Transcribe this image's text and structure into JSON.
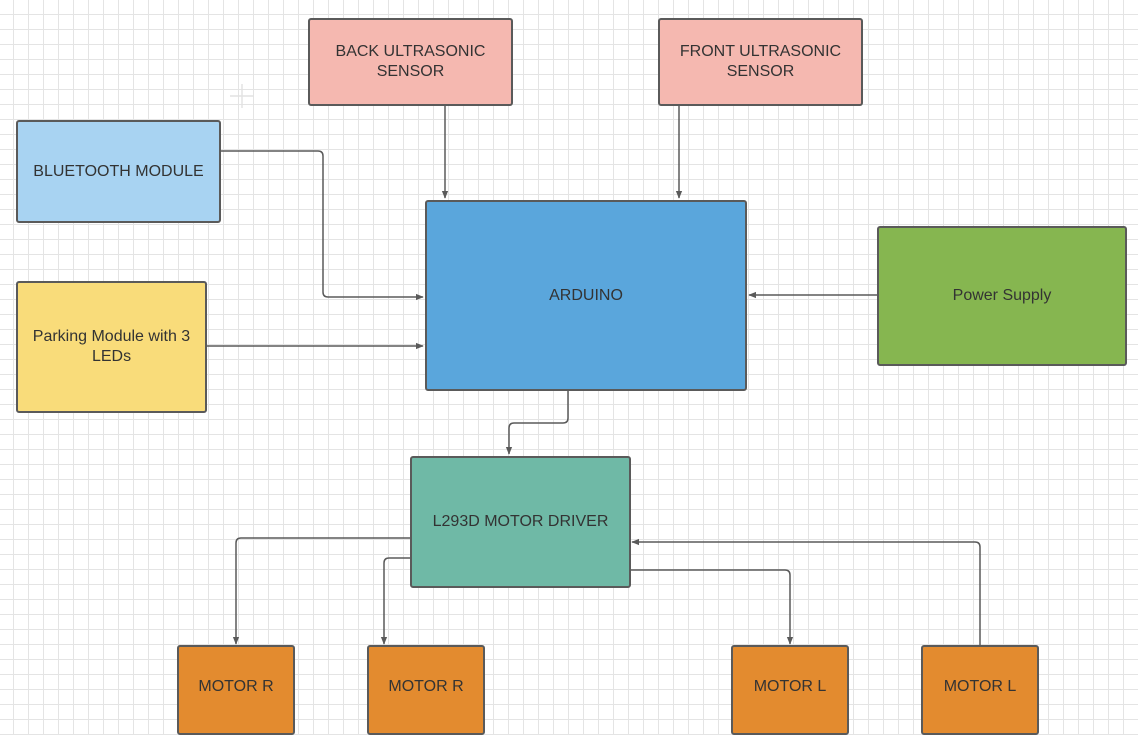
{
  "colors": {
    "sensor": "#f5b8b0",
    "bluetooth": "#a8d3f2",
    "parking": "#f9dc7a",
    "arduino": "#5aa6dc",
    "power": "#86b650",
    "driver": "#6fb9a6",
    "motor": "#e38b2f",
    "wire": "#5a5a5a"
  },
  "blocks": {
    "back_sensor": "BACK ULTRASONIC SENSOR",
    "front_sensor": "FRONT ULTRASONIC SENSOR",
    "bluetooth": "BLUETOOTH MODULE",
    "parking": "Parking Module with 3 LEDs",
    "arduino": "ARDUINO",
    "power": "Power Supply",
    "driver": "L293D MOTOR DRIVER",
    "motor_1": "MOTOR R",
    "motor_2": "MOTOR R",
    "motor_3": "MOTOR L",
    "motor_4": "MOTOR L"
  }
}
